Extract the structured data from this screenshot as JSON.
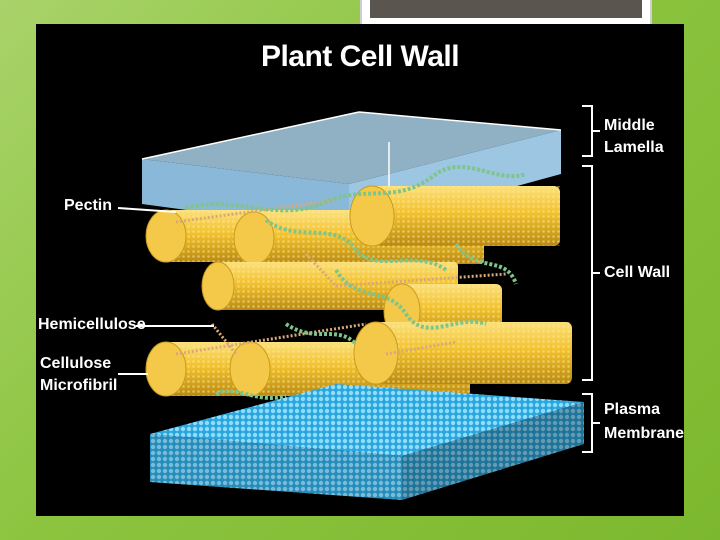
{
  "title": "Plant Cell Wall",
  "labels": {
    "pectin": "Pectin",
    "hemicellulose": "Hemicellulose",
    "cellulose": "Cellulose",
    "microfibril": "Microfibril",
    "middle": "Middle",
    "lamella": "Lamella",
    "cell_wall": "Cell Wall",
    "plasma": "Plasma",
    "membrane": "Membrane"
  },
  "colors": {
    "background": "#8cc43f",
    "panel": "#000000",
    "lamella": "#a9cfe6",
    "cellulose": "#f2c12e",
    "pectin": "#7fc48a",
    "membrane": "#37b6e8"
  }
}
